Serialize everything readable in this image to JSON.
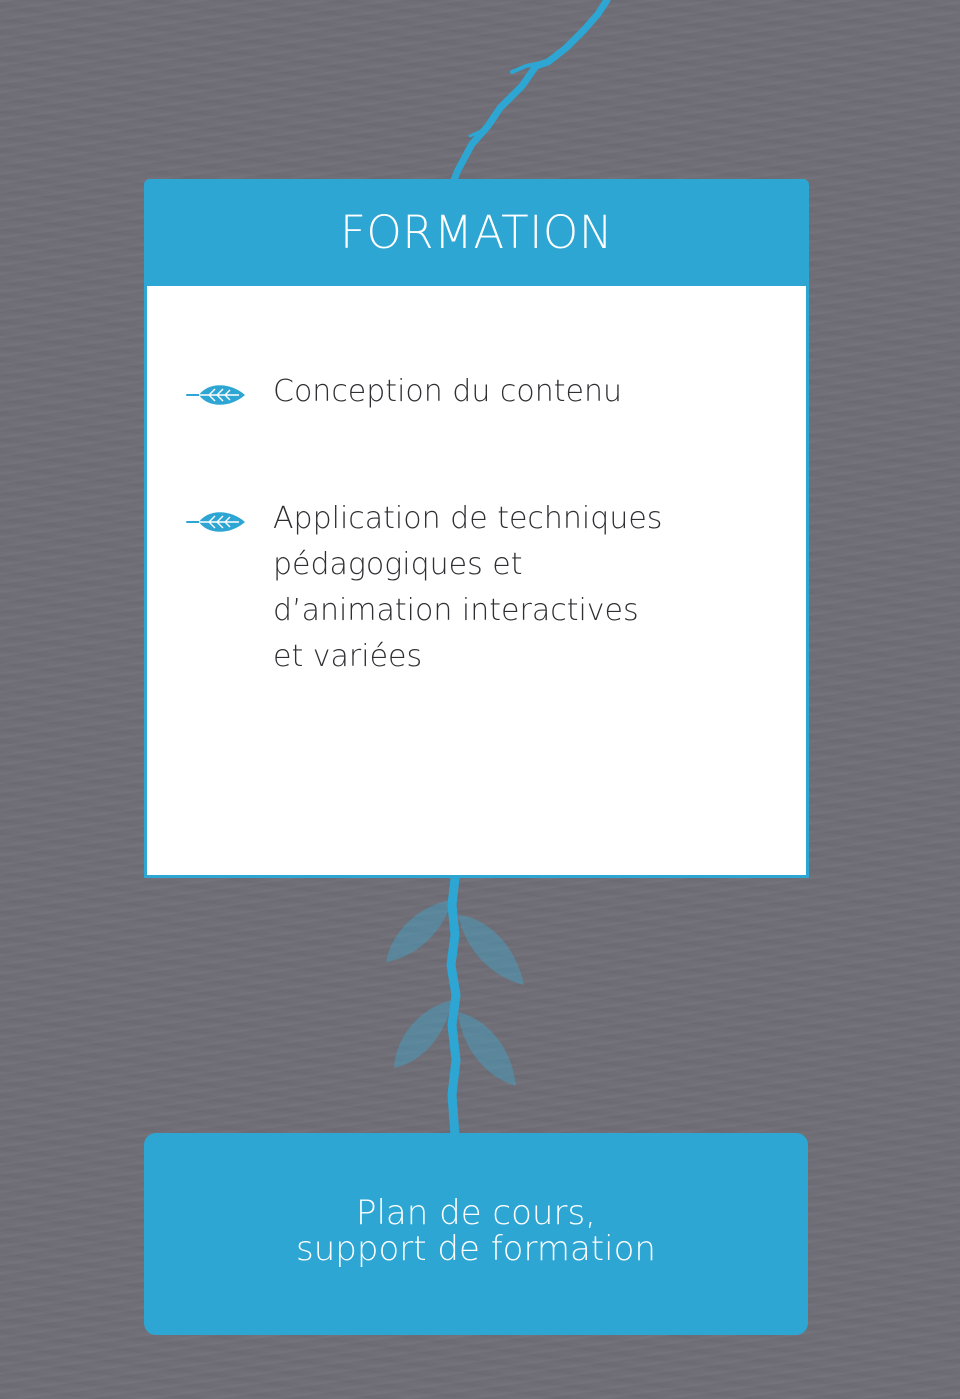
{
  "colors": {
    "background": "#6f6d75",
    "accent": "#2ea6d4",
    "card": "#ffffff",
    "text": "#2f2f33"
  },
  "card": {
    "title": "FORMATION",
    "items": [
      {
        "icon": "leaf-icon",
        "text": "Conception du contenu"
      },
      {
        "icon": "leaf-icon",
        "text": "Application de techniques\npédagogiques et\nd’animation interactives\net variées"
      }
    ]
  },
  "output": {
    "text": "Plan de cours,\nsupport de formation"
  }
}
